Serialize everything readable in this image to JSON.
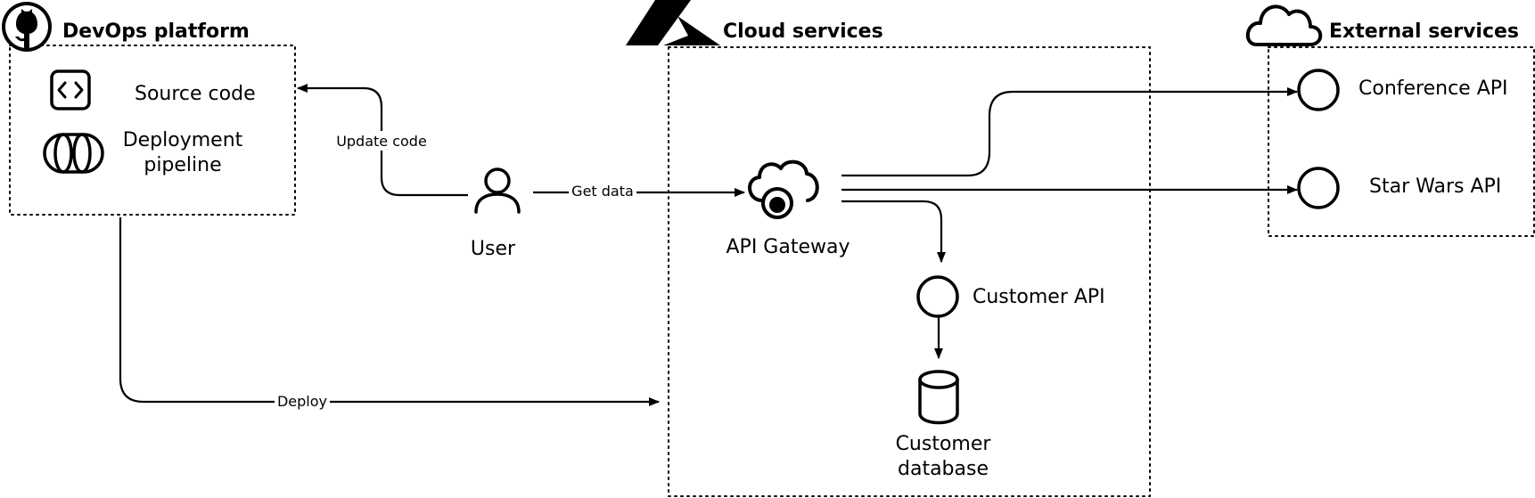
{
  "groups": {
    "devops": {
      "title": "DevOps platform",
      "icon": "github-icon"
    },
    "cloud": {
      "title": "Cloud services",
      "icon": "azure-icon"
    },
    "external": {
      "title": "External services",
      "icon": "cloud-icon"
    }
  },
  "nodes": {
    "source_code": {
      "label": "Source code",
      "icon": "code-icon"
    },
    "pipeline": {
      "label_line1": "Deployment",
      "label_line2": "pipeline",
      "icon": "pipeline-icon"
    },
    "user": {
      "label": "User",
      "icon": "user-icon"
    },
    "gateway": {
      "label": "API Gateway",
      "icon": "api-gateway-icon"
    },
    "customer_api": {
      "label": "Customer API",
      "icon": "circle-icon"
    },
    "customer_db": {
      "label_line1": "Customer",
      "label_line2": "database",
      "icon": "database-icon"
    },
    "conference_api": {
      "label": "Conference API",
      "icon": "circle-icon"
    },
    "starwars_api": {
      "label": "Star Wars API",
      "icon": "circle-icon"
    }
  },
  "edges": {
    "update_code": "Update code",
    "get_data": "Get data",
    "deploy": "Deploy"
  }
}
